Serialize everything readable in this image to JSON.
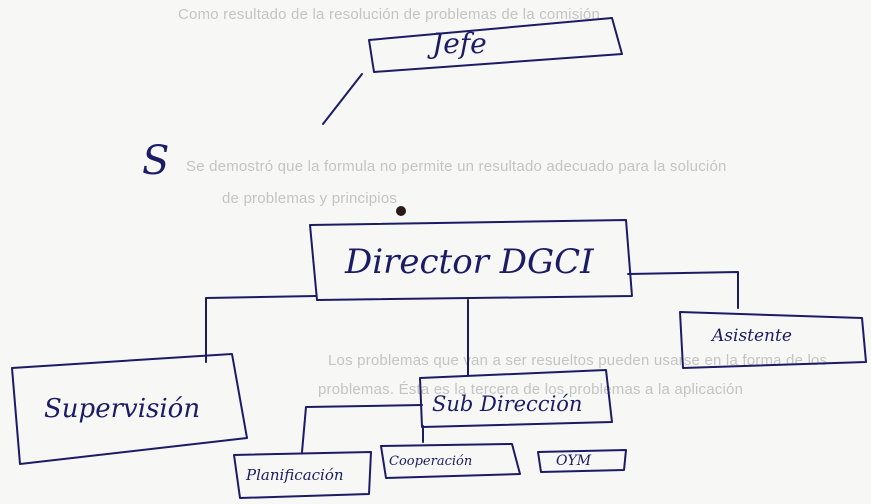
{
  "background_text": {
    "line1": "Como resultado de la resolución de problemas de la comisión",
    "line2": "Se demostró que la formula no permite un resultado adecuado para la solución",
    "line3": "de problemas y principios",
    "line4": "Los problemas que van a ser resueltos pueden usarse en la forma de los",
    "line5": "problemas. Ésta es la tercera de los problemas a la aplicación"
  },
  "diagram": {
    "jefe": "Jefe",
    "letter_s": "S",
    "director": "Director DGCI",
    "asistente": "Asistente",
    "supervision": "Supervisión",
    "subdireccion": "Sub Dirección",
    "planificacion": "Planificación",
    "cooperacion": "Cooperación",
    "oym": "OYM"
  },
  "colors": {
    "ink": "#1b1b66",
    "paper": "#f7f7f5",
    "faded_print": "#c4c4c4"
  }
}
